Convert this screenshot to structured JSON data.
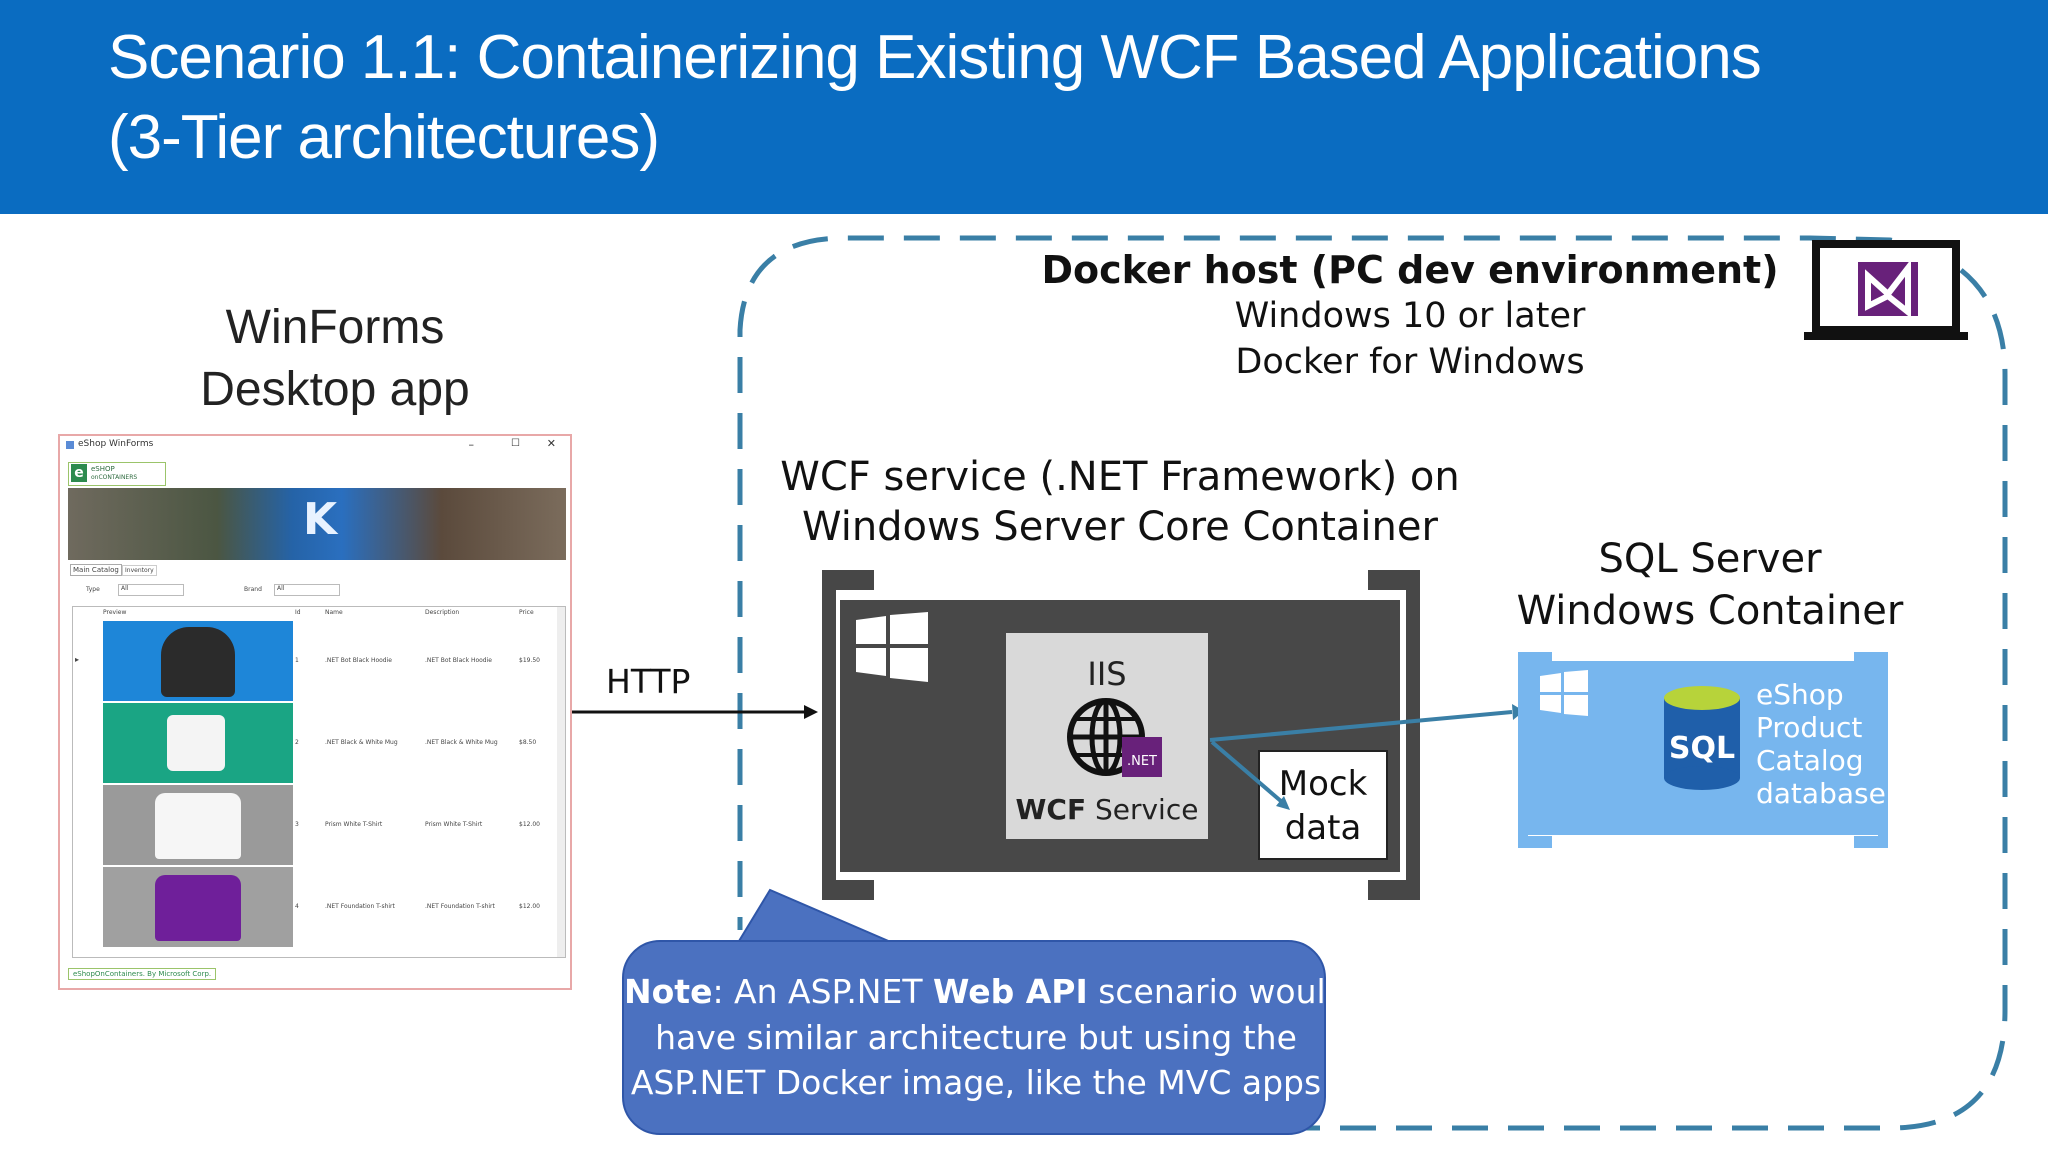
{
  "slide": {
    "title_line1": "Scenario 1.1: Containerizing Existing WCF Based Applications",
    "title_line2": "(3-Tier architectures)"
  },
  "winforms": {
    "label_line1": "WinForms",
    "label_line2": "Desktop app",
    "screenshot": {
      "window_title": "eShop WinForms",
      "logo_top": "eSHOP",
      "logo_bottom": "onCONTAINERS",
      "tab_main": "Main Catalog",
      "tab_inventory": "Inventory",
      "filter_type_label": "Type",
      "filter_type_value": "All",
      "filter_brand_label": "Brand",
      "filter_brand_value": "All",
      "columns": [
        "Preview",
        "Id",
        "Name",
        "Description",
        "Price"
      ],
      "rows": [
        {
          "id": "1",
          "name": ".NET Bot Black Hoodie",
          "description": ".NET Bot Black Hoodie",
          "price": "$19.50"
        },
        {
          "id": "2",
          "name": ".NET Black & White Mug",
          "description": ".NET Black & White Mug",
          "price": "$8.50"
        },
        {
          "id": "3",
          "name": "Prism White T-Shirt",
          "description": "Prism White T-Shirt",
          "price": "$12.00"
        },
        {
          "id": "4",
          "name": ".NET Foundation T-shirt",
          "description": ".NET Foundation T-shirt",
          "price": "$12.00"
        }
      ],
      "footer": "eShopOnContainers. By Microsoft Corp."
    }
  },
  "http_label": "HTTP",
  "docker_host": {
    "title": "Docker host (PC dev environment)",
    "line1": "Windows 10 or later",
    "line2": "Docker for Windows"
  },
  "wcf_service": {
    "label_line1": "WCF service (.NET Framework) on",
    "label_line2": "Windows Server Core Container",
    "iis_label": "IIS",
    "net_badge": ".NET",
    "service_bold": "WCF",
    "service_rest": " Service",
    "mock_line1": "Mock",
    "mock_line2": "data"
  },
  "sql_server": {
    "label_line1": "SQL Server",
    "label_line2": "Windows Container",
    "sql_icon_text": "SQL",
    "db_line1": "eShop",
    "db_line2": "Product",
    "db_line3": "Catalog",
    "db_line4": "database"
  },
  "note": {
    "bold_lead": "Note",
    "line1_mid": ": An ASP.NET ",
    "bold_mid": "Web API",
    "line1_end": " scenario would",
    "line2": "have similar architecture but using the",
    "line3": "ASP.NET Docker image, like the MVC apps"
  },
  "colors": {
    "header": "#0a6cc1",
    "dashed_border": "#3a7fa6",
    "container": "#484848",
    "sql_container": "#77b6ee",
    "note_bubble": "#4b71c0",
    "vs_purple": "#68217a"
  }
}
